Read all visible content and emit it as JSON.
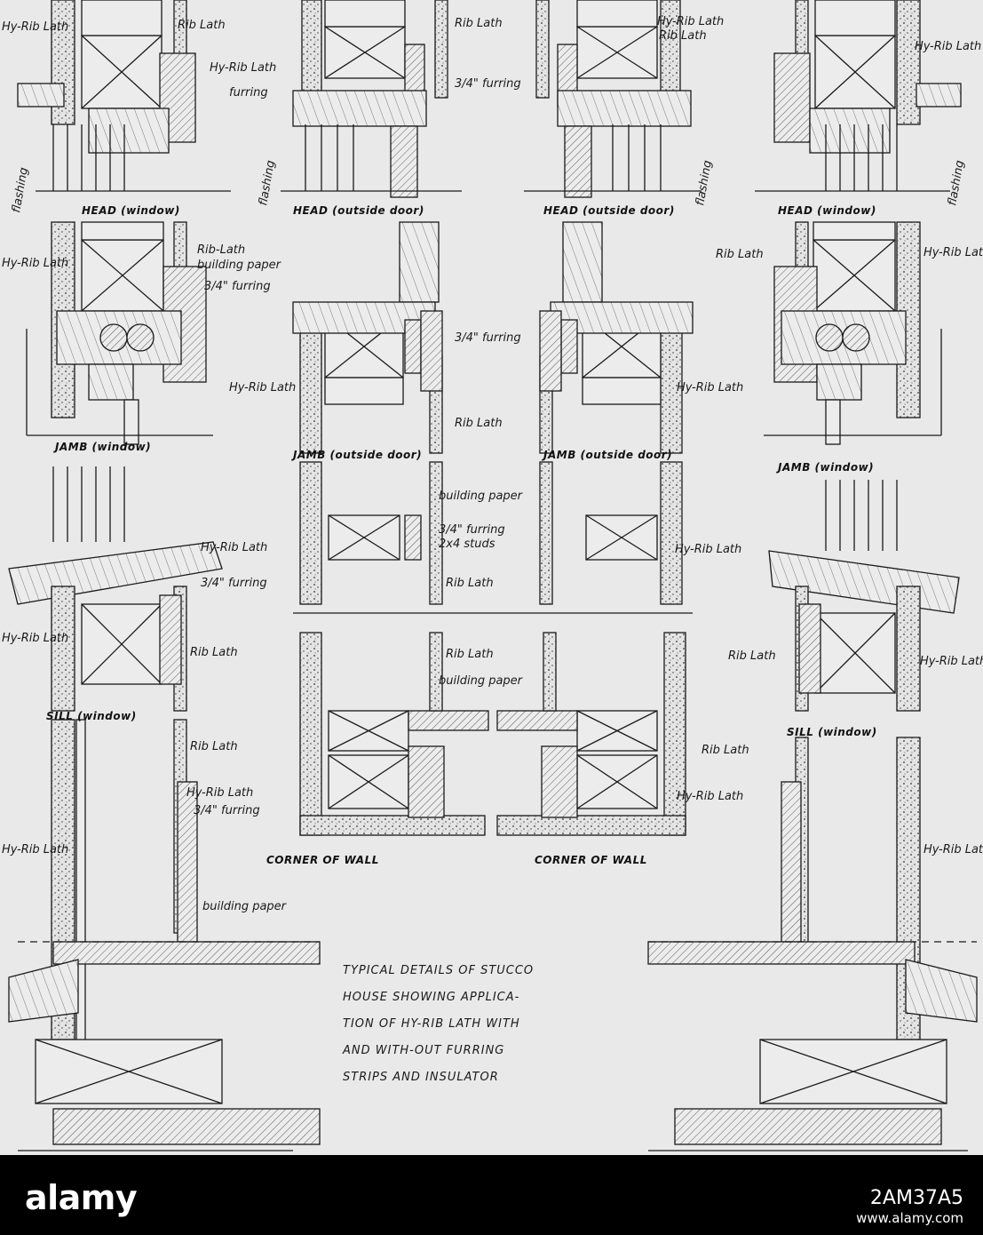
{
  "labels": {
    "hyrib": "Hy-Rib Lath",
    "rib": "Rib Lath",
    "rib_dash": "Rib-Lath",
    "furring": "furring",
    "furring_34": "3/4\" furring",
    "building_paper": "building paper",
    "flashing": "flashing",
    "studs": "2x4 studs"
  },
  "sections": {
    "head_window": "HEAD (window)",
    "head_door": "HEAD (outside door)",
    "jamb_window": "JAMB (window)",
    "jamb_door": "JAMB (outside door)",
    "sill_window": "SILL (window)",
    "corner": "CORNER OF WALL"
  },
  "caption": [
    "TYPICAL DETAILS OF STUCCO",
    "HOUSE SHOWING APPLICA-",
    "TION OF HY-RIB LATH WITH",
    "AND WITH-OUT FURRING",
    "STRIPS AND INSULATOR"
  ],
  "footer": {
    "brand": "alamy",
    "image_id": "2AM37A5",
    "url": "www.alamy.com"
  },
  "colors": {
    "paper": "#e9e9e9",
    "ink": "#1a1a1a",
    "footer": "#000000"
  }
}
